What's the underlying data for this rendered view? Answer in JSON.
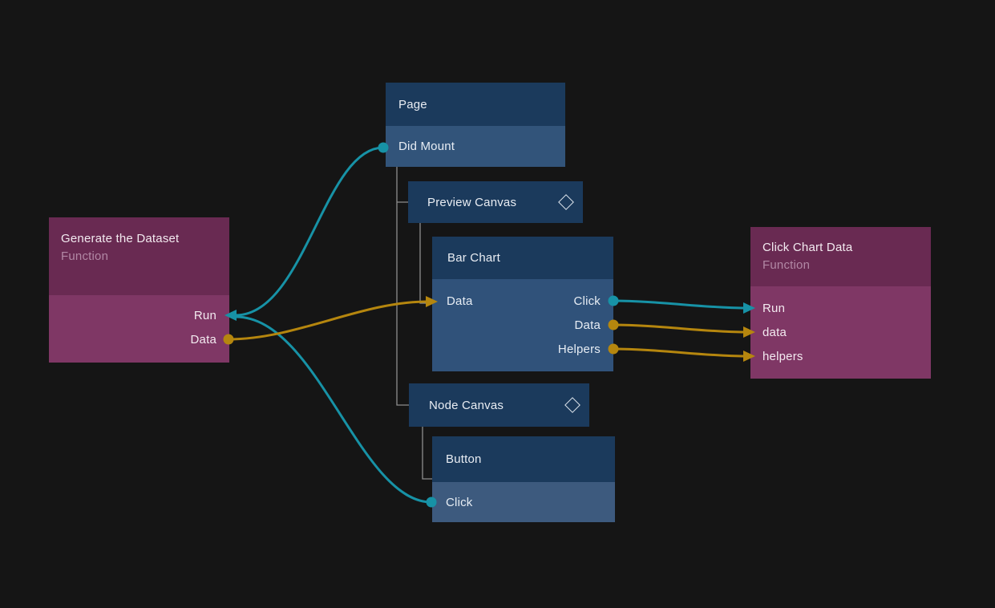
{
  "app": "node-graph-editor",
  "colors": {
    "background": "#151515",
    "signal_wire": "#1792a6",
    "data_wire": "#b5860e",
    "tree_line": "#8e8e8e",
    "blue_node_header": "#1b3a5c",
    "blue_node_row": "#36577c",
    "function_node_header": "#692a52",
    "function_node_body": "#7f3765",
    "subtitle_text": "#b288a5"
  },
  "nodes": {
    "generate_dataset": {
      "title": "Generate the Dataset",
      "subtitle": "Function",
      "ports": {
        "run": "Run",
        "data": "Data"
      }
    },
    "page": {
      "title": "Page",
      "ports": {
        "did_mount": "Did Mount"
      }
    },
    "preview_canvas": {
      "title": "Preview Canvas",
      "icon": "diamond-icon"
    },
    "bar_chart": {
      "title": "Bar Chart",
      "inputs": {
        "data": "Data"
      },
      "outputs": {
        "click": "Click",
        "data": "Data",
        "helpers": "Helpers"
      }
    },
    "node_canvas": {
      "title": "Node Canvas",
      "icon": "diamond-icon"
    },
    "button": {
      "title": "Button",
      "ports": {
        "click": "Click"
      }
    },
    "click_chart_data": {
      "title": "Click Chart Data",
      "subtitle": "Function",
      "inputs": {
        "run": "Run",
        "data": "data",
        "helpers": "helpers"
      }
    }
  },
  "hierarchy": [
    "Page > Preview Canvas > Bar Chart",
    "Page > Node Canvas > Button"
  ],
  "connections": [
    {
      "from": "Page.Did Mount",
      "to": "Generate the Dataset.Run",
      "type": "signal"
    },
    {
      "from": "Button.Click",
      "to": "Generate the Dataset.Run",
      "type": "signal"
    },
    {
      "from": "Generate the Dataset.Data",
      "to": "Bar Chart.Data",
      "type": "data"
    },
    {
      "from": "Bar Chart.Click",
      "to": "Click Chart Data.Run",
      "type": "signal"
    },
    {
      "from": "Bar Chart.Data",
      "to": "Click Chart Data.data",
      "type": "data"
    },
    {
      "from": "Bar Chart.Helpers",
      "to": "Click Chart Data.helpers",
      "type": "data"
    }
  ]
}
